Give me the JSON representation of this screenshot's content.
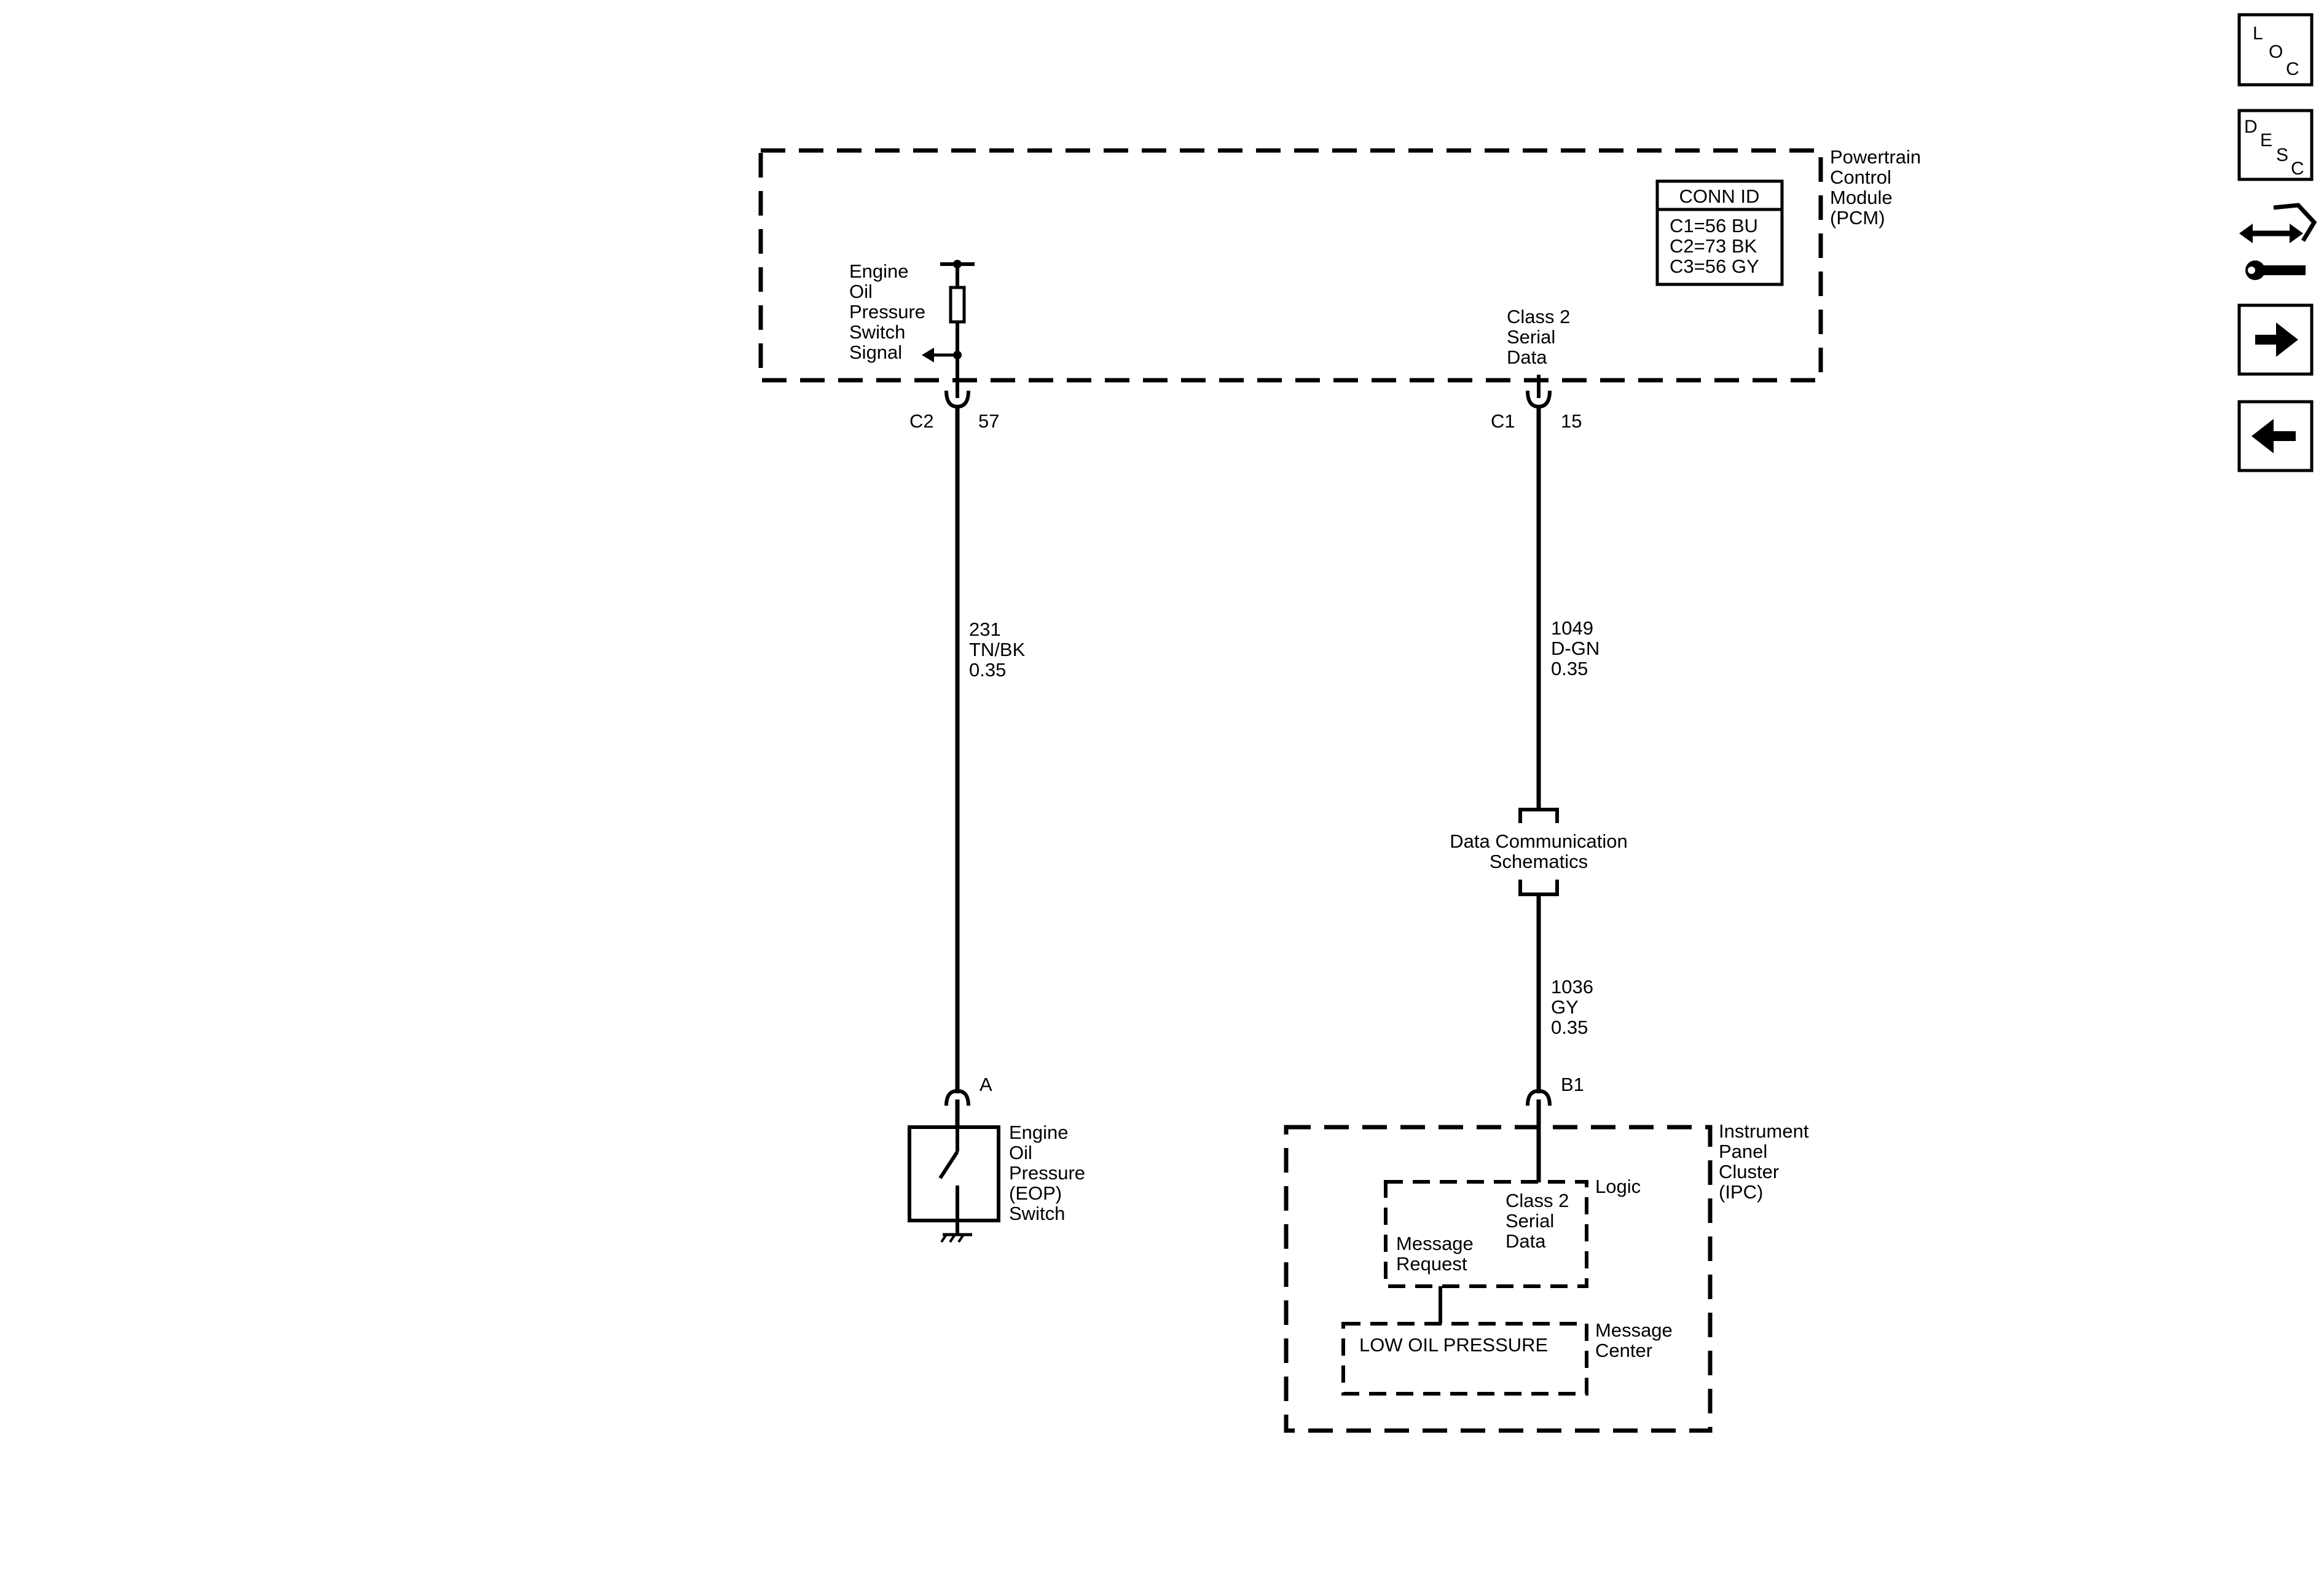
{
  "nav": {
    "loc": {
      "l1": "L",
      "l2": "O",
      "l3": "C"
    },
    "desc": {
      "l1": "D",
      "l2": "E",
      "l3": "S",
      "l4": "C"
    }
  },
  "pcm": {
    "name": [
      "Powertrain",
      "Control",
      "Module",
      "(PCM)"
    ],
    "conn_id_title": "CONN ID",
    "conn_ids": [
      "C1=56 BU",
      "C2=73 BK",
      "C3=56 GY"
    ],
    "eop_signal": [
      "Engine",
      "Oil",
      "Pressure",
      "Switch",
      "Signal"
    ],
    "class2": [
      "Class 2",
      "Serial",
      "Data"
    ]
  },
  "connectors": {
    "c2": {
      "name": "C2",
      "pin": "57"
    },
    "c1": {
      "name": "C1",
      "pin": "15"
    },
    "eop": {
      "pin": "A"
    },
    "ipc": {
      "pin": "B1"
    }
  },
  "wires": {
    "w231": [
      "231",
      "TN/BK",
      "0.35"
    ],
    "w1049": [
      "1049",
      "D-GN",
      "0.35"
    ],
    "w1036": [
      "1036",
      "GY",
      "0.35"
    ]
  },
  "data_comm": [
    "Data Communication",
    "Schematics"
  ],
  "eop_switch": [
    "Engine",
    "Oil",
    "Pressure",
    "(EOP)",
    "Switch"
  ],
  "ipc": {
    "name": [
      "Instrument",
      "Panel",
      "Cluster",
      "(IPC)"
    ],
    "logic": "Logic",
    "class2": [
      "Class 2",
      "Serial",
      "Data"
    ],
    "msg_request": [
      "Message",
      "Request"
    ],
    "msg_center": [
      "Message",
      "Center"
    ],
    "low_oil": "LOW OIL PRESSURE"
  }
}
